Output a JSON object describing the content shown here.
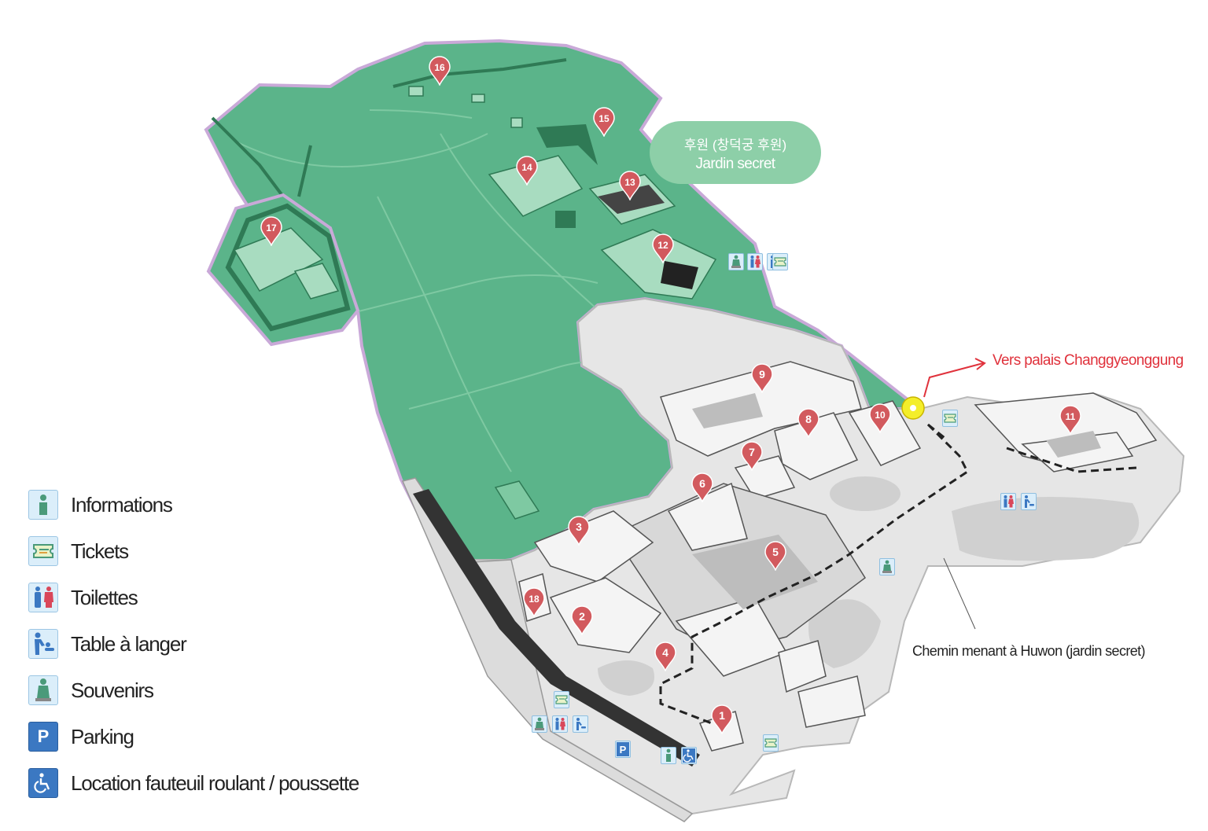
{
  "colors": {
    "garden": "#5bb48a",
    "garden_dark": "#2f7a55",
    "garden_outline": "#c9a9d8",
    "palace_ground": "#e6e6e6",
    "building": "#f4f4f4",
    "marker": "#d25a5e",
    "route": "#333333",
    "accent_red": "#e0323c",
    "icon_bg": "#dbeefa"
  },
  "garden_label": {
    "korean": "후원 (창덕궁 후원)",
    "french": "Jardin secret"
  },
  "direction_label": "Vers palais Changgyeonggung",
  "path_label": "Chemin menant à Huwon (jardin secret)",
  "markers": [
    "1",
    "2",
    "3",
    "4",
    "5",
    "6",
    "7",
    "8",
    "9",
    "10",
    "11",
    "12",
    "13",
    "14",
    "15",
    "16",
    "17",
    "18"
  ],
  "legend": [
    {
      "icon": "info-icon",
      "label": "Informations"
    },
    {
      "icon": "ticket-icon",
      "label": "Tickets"
    },
    {
      "icon": "toilet-icon",
      "label": "Toilettes"
    },
    {
      "icon": "baby-changing-icon",
      "label": "Table à langer"
    },
    {
      "icon": "souvenir-icon",
      "label": "Souvenirs"
    },
    {
      "icon": "parking-icon",
      "label": "Parking"
    },
    {
      "icon": "wheelchair-icon",
      "label": "Location fauteuil roulant / poussette"
    }
  ],
  "facility_letters": {
    "info": "i",
    "parking": "P"
  }
}
